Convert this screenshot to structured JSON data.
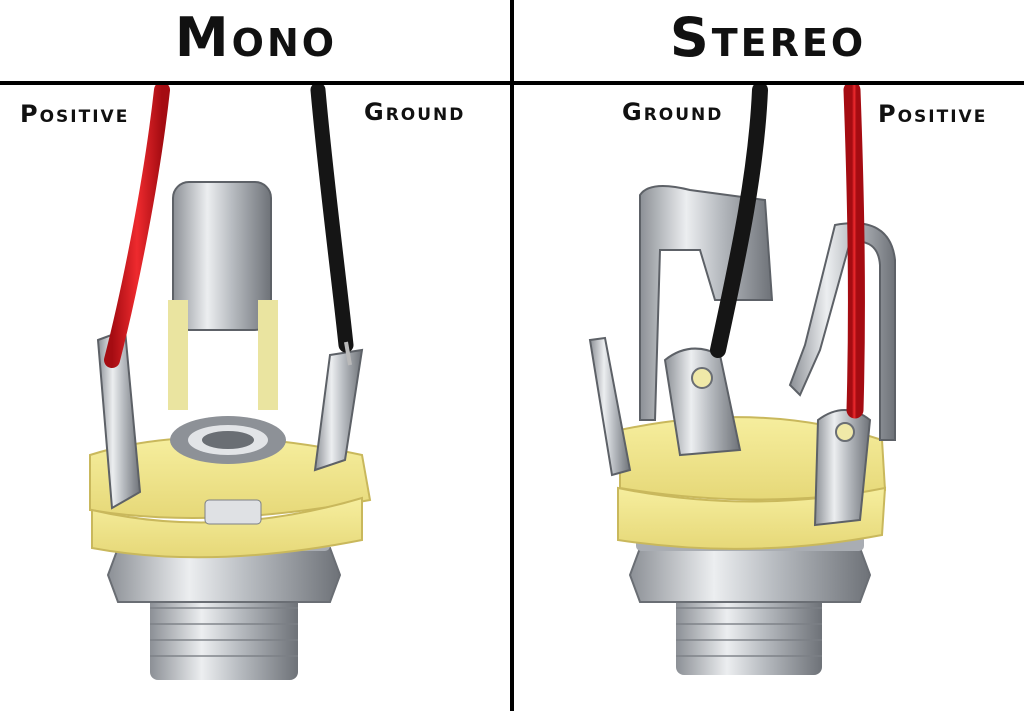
{
  "mono": {
    "title": "Mono",
    "positive_label": "Positive",
    "ground_label": "Ground"
  },
  "stereo": {
    "title": "Stereo",
    "ground_label": "Ground",
    "positive_label": "Positive"
  },
  "colors": {
    "positive_wire": "#d8141c",
    "ground_wire": "#111111",
    "insulator": "#f0e48a",
    "metal": "#c9ccd0"
  }
}
